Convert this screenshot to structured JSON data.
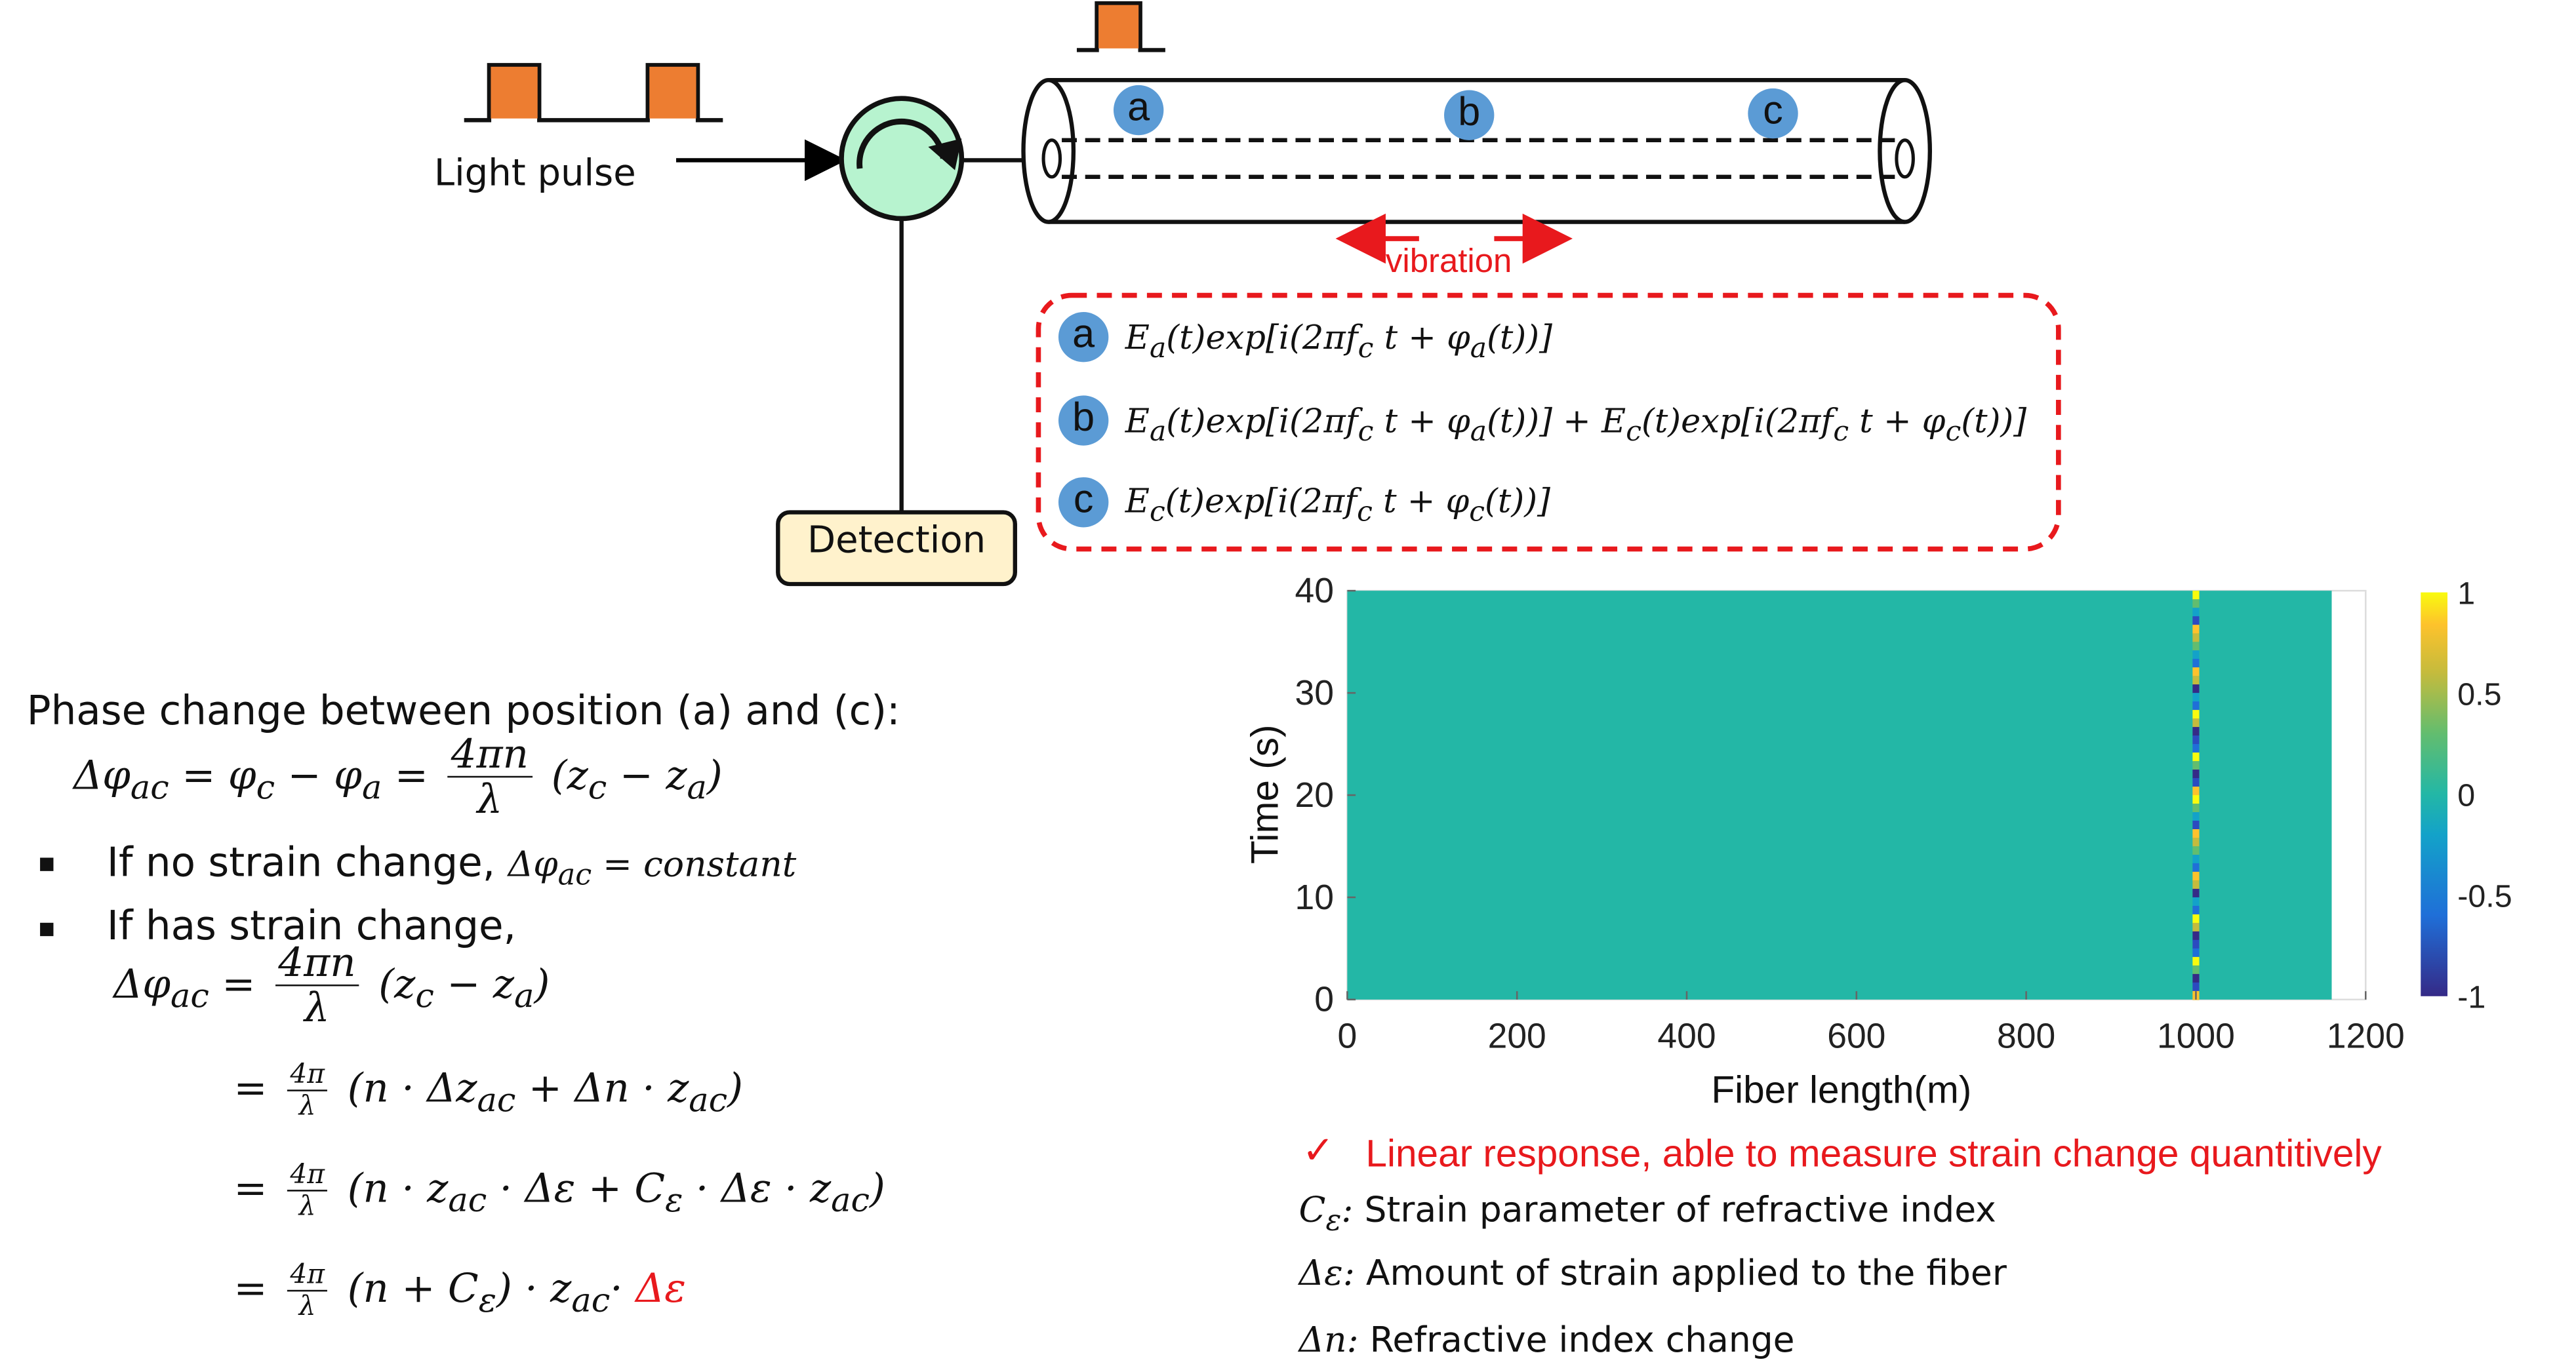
{
  "setup": {
    "light_pulse_label": "Light pulse",
    "detection_label": "Detection",
    "vibration_label": "vibration",
    "positions": {
      "a": "a",
      "b": "b",
      "c": "c"
    },
    "colors": {
      "pulse": "#ed7d31",
      "circulator": "#b7f3cf",
      "position_marker": "#5b9bd5",
      "detection_fill": "#fff2cc",
      "highlight": "#e8191d"
    }
  },
  "signals": {
    "a_marker": "a",
    "a_expr": "E_a(t)exp[i(2πf_c t + φ_a(t))]",
    "b_marker": "b",
    "b_expr": "E_a(t)exp[i(2πf_c t + φ_a(t))] + E_c(t)exp[i(2πf_c t + φ_c(t))]",
    "c_marker": "c",
    "c_expr": "E_c(t)exp[i(2πf_c t + φ_c(t))]"
  },
  "derivation": {
    "heading": "Phase change between position (a) and (c):",
    "bullet_no_strain_text": "If no strain change,",
    "bullet_no_strain_result": "constant",
    "bullet_strain_text": "If has strain change,"
  },
  "heatmap": {
    "xlabel": "Fiber length(m)",
    "ylabel": "Time (s)",
    "x_ticks": [
      "0",
      "200",
      "400",
      "600",
      "800",
      "1000",
      "1200"
    ],
    "y_ticks": [
      "0",
      "10",
      "20",
      "30",
      "40"
    ],
    "colorbar_ticks": [
      "1",
      "0.5",
      "0",
      "-0.5",
      "-1"
    ]
  },
  "chart_data": {
    "type": "heatmap",
    "xlabel": "Fiber length(m)",
    "ylabel": "Time (s)",
    "xlim": [
      0,
      1200
    ],
    "ylim": [
      0,
      40
    ],
    "data_x_extent": [
      0,
      1160
    ],
    "background_value": 0,
    "colorbar": {
      "range": [
        -1,
        1
      ],
      "ticks": [
        1,
        0.5,
        0,
        -0.5,
        -1
      ],
      "colormap": "parula"
    },
    "features": [
      {
        "description": "narrow stripe of alternating values",
        "x": 1000,
        "value_range": [
          -1,
          1
        ]
      }
    ]
  },
  "notes": {
    "check_mark": "✓",
    "check_text": "Linear response, able to measure strain change quantitively",
    "c_eps_desc": "Strain parameter of refractive index",
    "d_eps_desc": "Amount of strain applied to the fiber",
    "d_n_desc": "Refractive index change"
  }
}
